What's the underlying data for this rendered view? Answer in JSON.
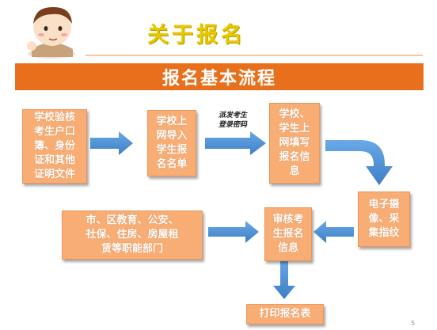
{
  "header": {
    "title": "关于报名"
  },
  "banner": {
    "title": "报名基本流程"
  },
  "boxes": {
    "school_verify": "学校验核\n考生户口\n簿、身份\n证和其他\n证明文件",
    "school_import": "学校上\n网导入\n学生报\n名名单",
    "online_fill": "学校、\n学生上\n网填写\n报名信\n息",
    "photo": "电子摄\n像、采\n集指纹",
    "review": "审核考\n生报名\n信息",
    "departments": "市、区教育、公安、\n社保、住房、房屋租\n赁等职能部门",
    "print": "打印报名表"
  },
  "note": {
    "text": "派发考生\n登录密码"
  },
  "footer": {
    "page_number": "5"
  },
  "colors": {
    "box_fill": "#f7ad74",
    "arrow": "#4a8fd4",
    "banner": "#e8701c",
    "title": "#e8c800"
  }
}
